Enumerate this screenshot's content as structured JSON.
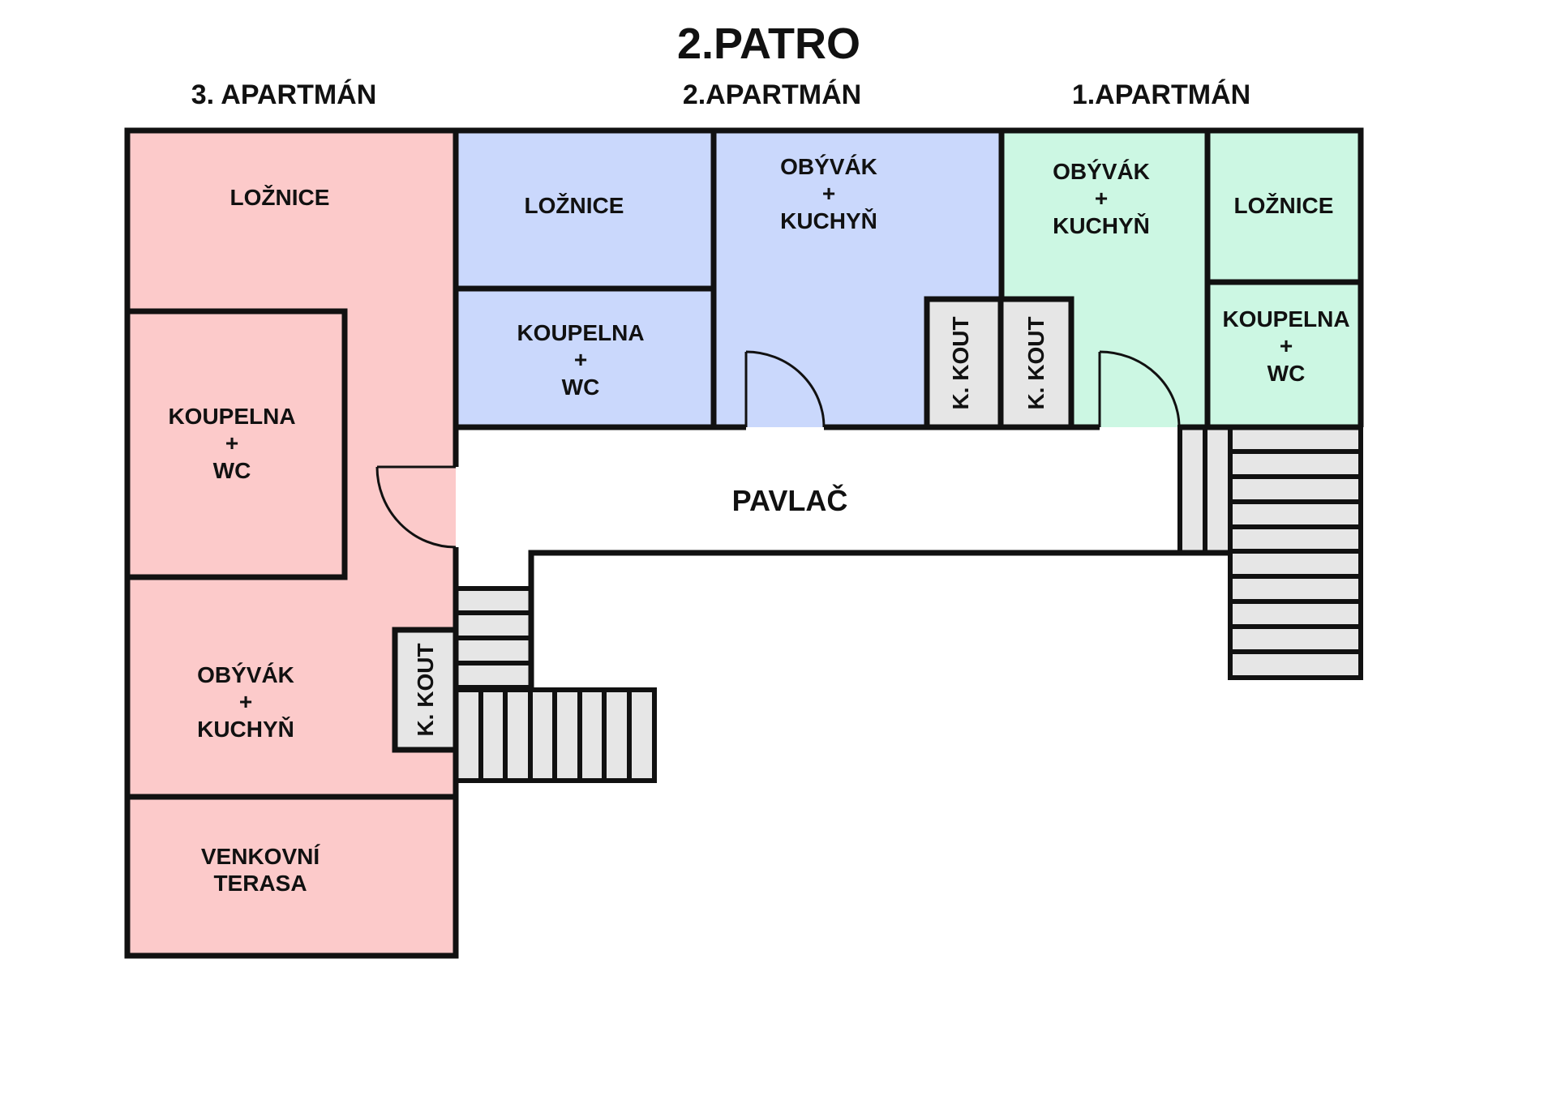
{
  "floor_title": "2.PATRO",
  "apartments": {
    "apt3": "3. APARTMÁN",
    "apt2": "2.APARTMÁN",
    "apt1": "1.APARTMÁN"
  },
  "colors": {
    "apt3_fill": "#fccaca",
    "apt2_fill": "#cad8fc",
    "apt1_fill": "#ccf7e3",
    "stair_fill": "#e6e6e6",
    "wall": "#111111"
  },
  "rooms": {
    "apt3_loznice": "LOŽNICE",
    "apt3_koupelna": [
      "KOUPELNA",
      "+",
      "WC"
    ],
    "apt3_obyvak": [
      "OBÝVÁK",
      "+",
      "KUCHYŇ"
    ],
    "apt3_kout": "K. KOUT",
    "apt3_terasa": [
      "VENKOVNÍ",
      "TERASA"
    ],
    "apt2_loznice": "LOŽNICE",
    "apt2_koupelna": [
      "KOUPELNA",
      "+",
      "WC"
    ],
    "apt2_obyvak": [
      "OBÝVÁK",
      "+",
      "KUCHYŇ"
    ],
    "apt2_kout": "K. KOUT",
    "apt1_obyvak": [
      "OBÝVÁK",
      "+",
      "KUCHYŇ"
    ],
    "apt1_kout": "K. KOUT",
    "apt1_loznice": "LOŽNICE",
    "apt1_koupelna": [
      "KOUPELNA",
      "+",
      "WC"
    ],
    "corridor": "PAVLAČ"
  }
}
